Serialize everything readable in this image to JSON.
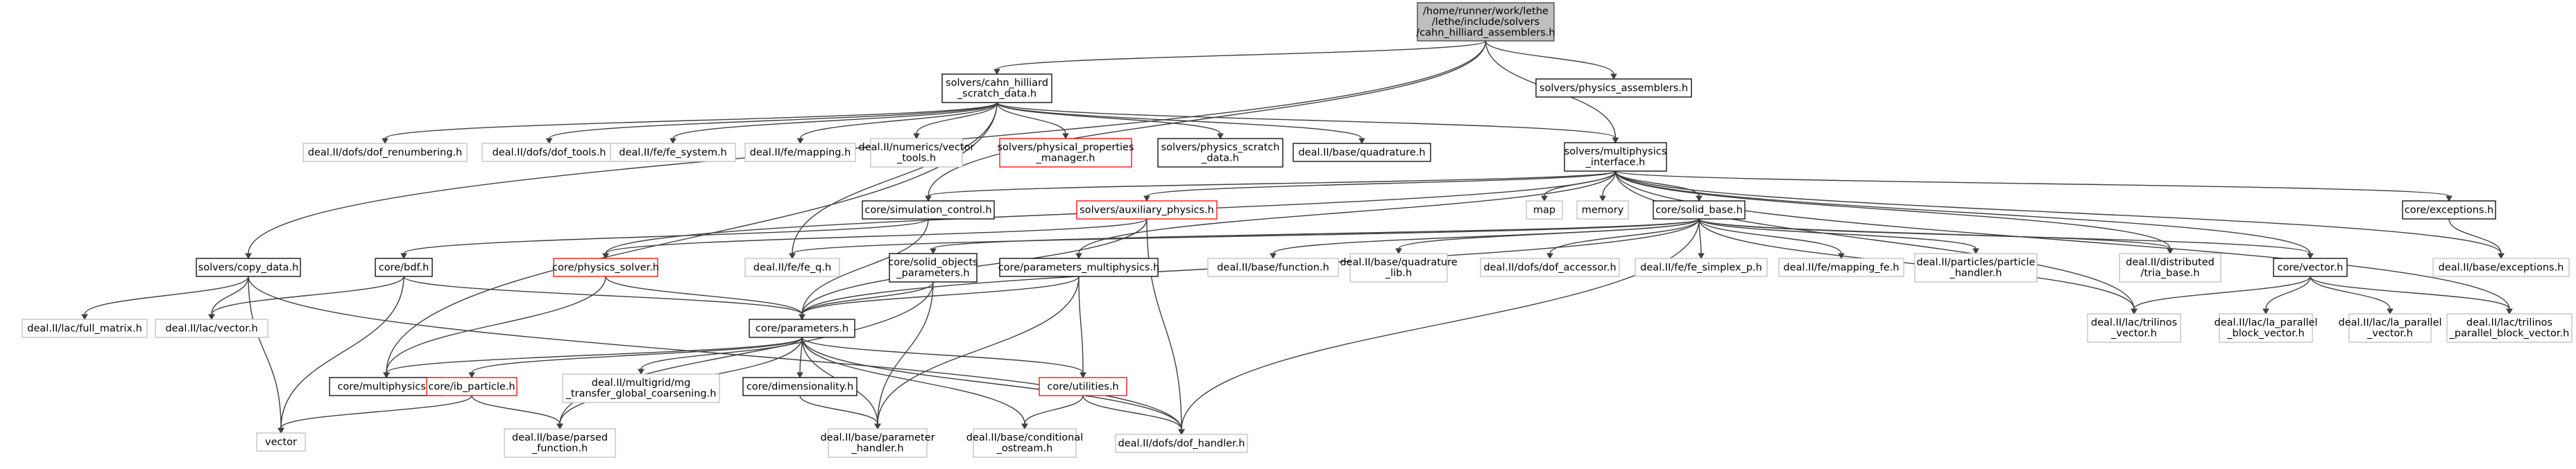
{
  "colors": {
    "background": "#ffffff",
    "edge": "#404040",
    "root_fill": "#bfbfbf",
    "root_border": "#404040",
    "documented_border": "#000000",
    "external_border": "#bfbfbf",
    "incomplete_border": "#ff0000",
    "text": "#000000"
  },
  "nodes": {
    "root": {
      "lines": [
        "/home/runner/work/lethe",
        "/lethe/include/solvers",
        "/cahn_hilliard_assemblers.h"
      ],
      "kind": "root"
    },
    "ch_scratch": {
      "lines": [
        "solvers/cahn_hilliard",
        "_scratch_data.h"
      ],
      "kind": "documented"
    },
    "phys_assemblers": {
      "lines": [
        "solvers/physics_assemblers.h"
      ],
      "kind": "documented"
    },
    "copy_data": {
      "lines": [
        "solvers/copy_data.h"
      ],
      "kind": "documented"
    },
    "multiphysics_interface": {
      "lines": [
        "solvers/multiphysics",
        "_interface.h"
      ],
      "kind": "documented"
    },
    "dof_renumbering": {
      "lines": [
        "deal.II/dofs/dof_renumbering.h"
      ],
      "kind": "external"
    },
    "dof_tools": {
      "lines": [
        "deal.II/dofs/dof_tools.h"
      ],
      "kind": "external"
    },
    "fe_system": {
      "lines": [
        "deal.II/fe/fe_system.h"
      ],
      "kind": "external"
    },
    "mapping": {
      "lines": [
        "deal.II/fe/mapping.h"
      ],
      "kind": "external"
    },
    "numerics_vector_tools": {
      "lines": [
        "deal.II/numerics/vector",
        "_tools.h"
      ],
      "kind": "external"
    },
    "phys_props_manager": {
      "lines": [
        "solvers/physical_properties",
        "_manager.h"
      ],
      "kind": "incomplete"
    },
    "phys_scratch": {
      "lines": [
        "solvers/physics_scratch",
        "_data.h"
      ],
      "kind": "documented"
    },
    "quadrature": {
      "lines": [
        "deal.II/base/quadrature.h"
      ],
      "kind": "documented"
    },
    "simulation_control": {
      "lines": [
        "core/simulation_control.h"
      ],
      "kind": "documented"
    },
    "auxiliary_physics": {
      "lines": [
        "solvers/auxiliary_physics.h"
      ],
      "kind": "incomplete"
    },
    "map": {
      "lines": [
        "map"
      ],
      "kind": "external"
    },
    "memory": {
      "lines": [
        "memory"
      ],
      "kind": "external"
    },
    "solid_base": {
      "lines": [
        "core/solid_base.h"
      ],
      "kind": "documented"
    },
    "exceptions_core": {
      "lines": [
        "core/exceptions.h"
      ],
      "kind": "documented"
    },
    "bdf": {
      "lines": [
        "core/bdf.h"
      ],
      "kind": "documented"
    },
    "physics_solver": {
      "lines": [
        "core/physics_solver.h"
      ],
      "kind": "incomplete"
    },
    "fe_q": {
      "lines": [
        "deal.II/fe/fe_q.h"
      ],
      "kind": "external"
    },
    "solid_objects_params": {
      "lines": [
        "core/solid_objects",
        "_parameters.h"
      ],
      "kind": "documented"
    },
    "params_multiphysics": {
      "lines": [
        "core/parameters_multiphysics.h"
      ],
      "kind": "documented"
    },
    "base_function": {
      "lines": [
        "deal.II/base/function.h"
      ],
      "kind": "external"
    },
    "quadrature_lib": {
      "lines": [
        "deal.II/base/quadrature",
        "_lib.h"
      ],
      "kind": "external"
    },
    "dof_accessor": {
      "lines": [
        "deal.II/dofs/dof_accessor.h"
      ],
      "kind": "external"
    },
    "fe_simplex_p": {
      "lines": [
        "deal.II/fe/fe_simplex_p.h"
      ],
      "kind": "external"
    },
    "mapping_fe": {
      "lines": [
        "deal.II/fe/mapping_fe.h"
      ],
      "kind": "external"
    },
    "particle_handler": {
      "lines": [
        "deal.II/particles/particle",
        "_handler.h"
      ],
      "kind": "external"
    },
    "tria_base": {
      "lines": [
        "deal.II/distributed",
        "/tria_base.h"
      ],
      "kind": "external"
    },
    "core_vector": {
      "lines": [
        "core/vector.h"
      ],
      "kind": "documented"
    },
    "base_exceptions": {
      "lines": [
        "deal.II/base/exceptions.h"
      ],
      "kind": "external"
    },
    "full_matrix": {
      "lines": [
        "deal.II/lac/full_matrix.h"
      ],
      "kind": "external"
    },
    "lac_vector": {
      "lines": [
        "deal.II/lac/vector.h"
      ],
      "kind": "external"
    },
    "trilinos_vector": {
      "lines": [
        "deal.II/lac/trilinos",
        "_vector.h"
      ],
      "kind": "external"
    },
    "la_parallel_block_vector": {
      "lines": [
        "deal.II/lac/la_parallel",
        "_block_vector.h"
      ],
      "kind": "external"
    },
    "la_parallel_vector": {
      "lines": [
        "deal.II/lac/la_parallel",
        "_vector.h"
      ],
      "kind": "external"
    },
    "trilinos_parallel_block_vector": {
      "lines": [
        "deal.II/lac/trilinos",
        "_parallel_block_vector.h"
      ],
      "kind": "external"
    },
    "core_parameters": {
      "lines": [
        "core/parameters.h"
      ],
      "kind": "documented"
    },
    "core_multiphysics": {
      "lines": [
        "core/multiphysics.h"
      ],
      "kind": "documented"
    },
    "ib_particle": {
      "lines": [
        "core/ib_particle.h"
      ],
      "kind": "incomplete"
    },
    "mg_transfer": {
      "lines": [
        "deal.II/multigrid/mg",
        "_transfer_global_coarsening.h"
      ],
      "kind": "external"
    },
    "dimensionality": {
      "lines": [
        "core/dimensionality.h"
      ],
      "kind": "documented"
    },
    "utilities": {
      "lines": [
        "core/utilities.h"
      ],
      "kind": "incomplete"
    },
    "vector_std": {
      "lines": [
        "vector"
      ],
      "kind": "external"
    },
    "parsed_function": {
      "lines": [
        "deal.II/base/parsed",
        "_function.h"
      ],
      "kind": "external"
    },
    "parameter_handler": {
      "lines": [
        "deal.II/base/parameter",
        "_handler.h"
      ],
      "kind": "external"
    },
    "conditional_ostream": {
      "lines": [
        "deal.II/base/conditional",
        "_ostream.h"
      ],
      "kind": "external"
    },
    "dof_handler": {
      "lines": [
        "deal.II/dofs/dof_handler.h"
      ],
      "kind": "external"
    }
  }
}
